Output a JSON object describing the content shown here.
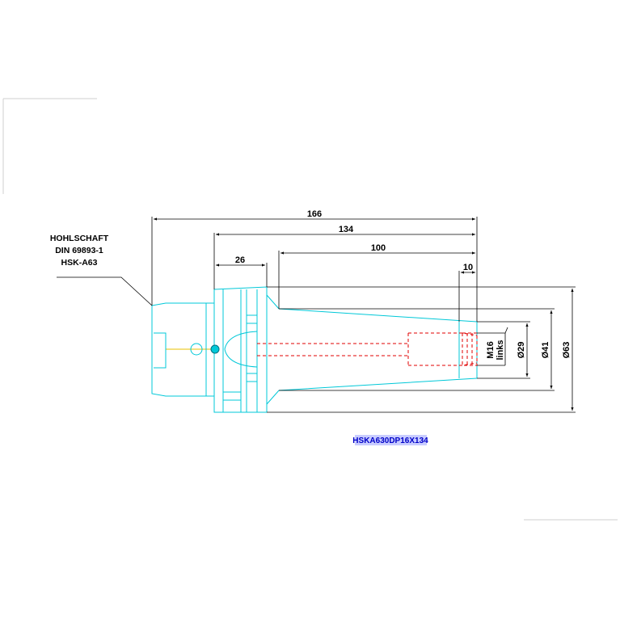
{
  "drawing": {
    "label_lines": [
      "HOHLSCHAFT",
      "DIN 69893-1",
      "HSK-A63"
    ],
    "part_number": "HSKA630DP16X134",
    "dimensions": {
      "overall_length": "166",
      "body_length": "134",
      "taper_length": "100",
      "flange_length": "26",
      "bore_end": "10",
      "thread": "M16",
      "thread_direction": "links",
      "bore_diameter": "Ø29",
      "nose_diameter": "Ø41",
      "flange_diameter": "Ø63"
    },
    "colors": {
      "outline": "#00c8d8",
      "dimension": "#000000",
      "hidden": "#e00000",
      "part_highlight": "#c8ccff",
      "part_text": "#0000c8",
      "centerline": "#e8c000"
    }
  }
}
